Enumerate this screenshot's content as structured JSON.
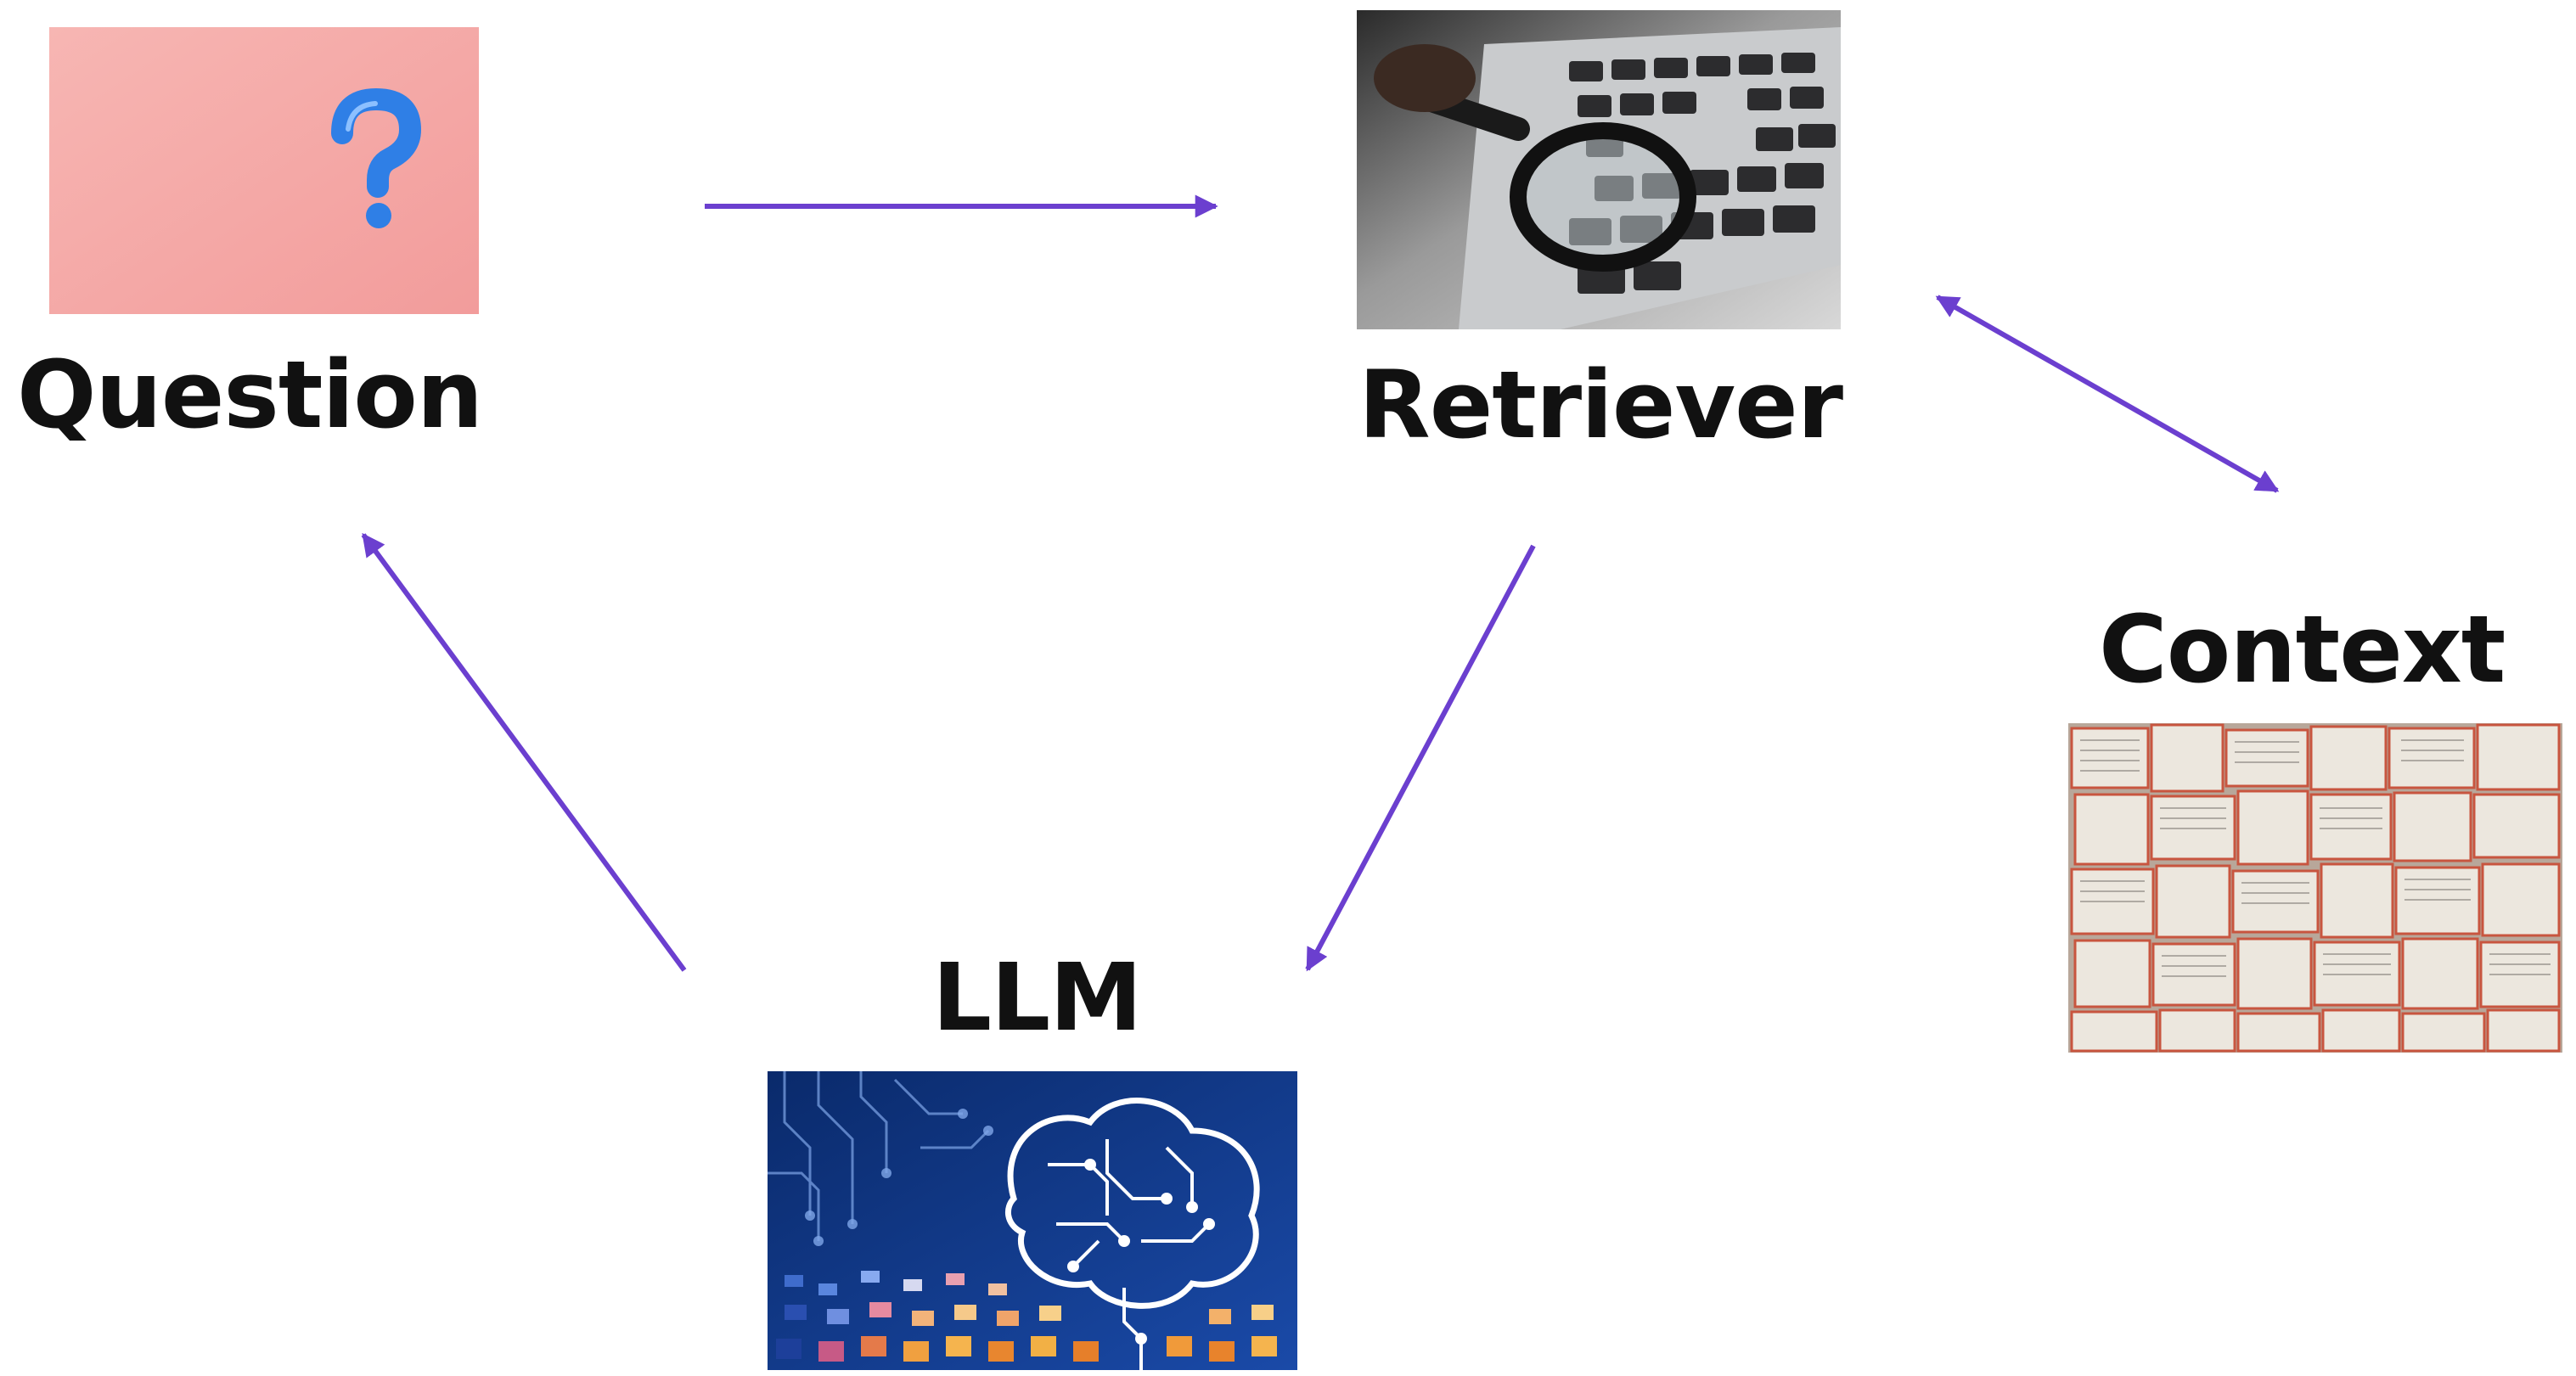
{
  "nodes": {
    "question": {
      "label": "Question"
    },
    "retriever": {
      "label": "Retriever"
    },
    "context": {
      "label": "Context"
    },
    "llm": {
      "label": "LLM"
    }
  },
  "images": {
    "question": {
      "icon": "question-mark-icon",
      "background": "#f4aaa8",
      "accent": "#2f7fe6"
    },
    "retriever": {
      "icon": "magnifying-glass-icon"
    },
    "context": {
      "icon": "book-pages-icon"
    },
    "llm": {
      "icon": "circuit-brain-icon",
      "background": "#0f3580"
    }
  },
  "edges": [
    {
      "from": "Question",
      "to": "Retriever",
      "direction": "forward"
    },
    {
      "from": "Retriever",
      "to": "Context",
      "direction": "both"
    },
    {
      "from": "Retriever",
      "to": "LLM",
      "direction": "forward"
    },
    {
      "from": "LLM",
      "to": "Question",
      "direction": "forward"
    }
  ],
  "colors": {
    "arrow": "#6b3fcf",
    "label": "#111111"
  }
}
